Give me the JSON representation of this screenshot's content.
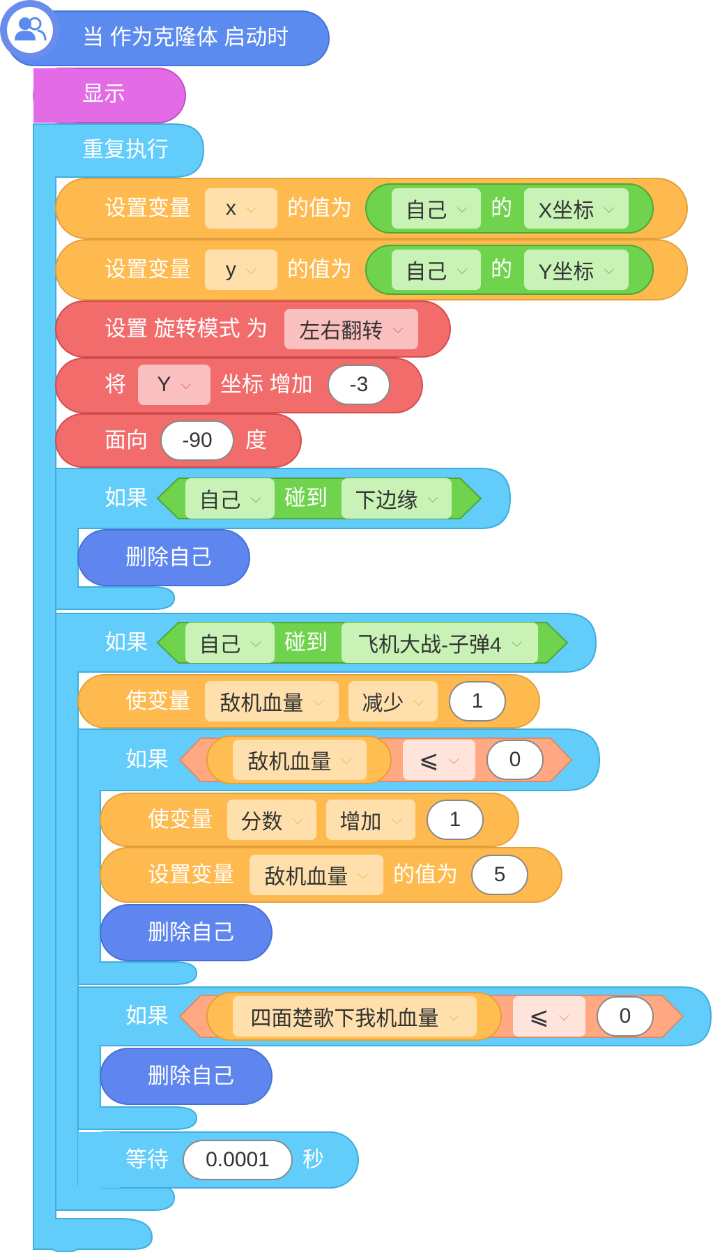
{
  "colors": {
    "event": "#5B8BEF",
    "looks": "#E36BE6",
    "control": "#62CCFA",
    "variable": "#FFBA4F",
    "motion": "#F26C6C",
    "sensing": "#6FD34E",
    "operator": "#FFA882",
    "action": "#5E86EE"
  },
  "hat": {
    "label": "当 作为克隆体 启动时",
    "icon": "users-icon"
  },
  "show": {
    "label": "显示"
  },
  "repeat": {
    "label": "重复执行"
  },
  "setx": {
    "label": "设置变量",
    "var": "x",
    "mid": "的值为",
    "obj": "自己",
    "of": "的",
    "prop": "X坐标"
  },
  "sety": {
    "label": "设置变量",
    "var": "y",
    "mid": "的值为",
    "obj": "自己",
    "of": "的",
    "prop": "Y坐标"
  },
  "rotate": {
    "label": "设置 旋转模式 为",
    "mode": "左右翻转"
  },
  "changey": {
    "label": "将",
    "axis": "Y",
    "mid": "坐标 增加",
    "value": "-3"
  },
  "face": {
    "label": "面向",
    "value": "-90",
    "unit": "度"
  },
  "if1": {
    "label": "如果",
    "obj": "自己",
    "touch": "碰到",
    "target": "下边缘"
  },
  "del1": {
    "label": "删除自己"
  },
  "if2": {
    "label": "如果",
    "obj": "自己",
    "touch": "碰到",
    "target": "飞机大战-子弹4"
  },
  "chg_hp": {
    "label": "使变量",
    "var": "敌机血量",
    "op": "减少",
    "value": "1"
  },
  "if3": {
    "label": "如果",
    "var": "敌机血量",
    "cmp": "⩽",
    "value": "0"
  },
  "chg_score": {
    "label": "使变量",
    "var": "分数",
    "op": "增加",
    "value": "1"
  },
  "set_hp": {
    "label": "设置变量",
    "var": "敌机血量",
    "mid": "的值为",
    "value": "5"
  },
  "del2": {
    "label": "删除自己"
  },
  "if4": {
    "label": "如果",
    "var": "四面楚歌下我机血量",
    "cmp": "⩽",
    "value": "0"
  },
  "del3": {
    "label": "删除自己"
  },
  "wait": {
    "label": "等待",
    "value": "0.0001",
    "unit": "秒"
  }
}
